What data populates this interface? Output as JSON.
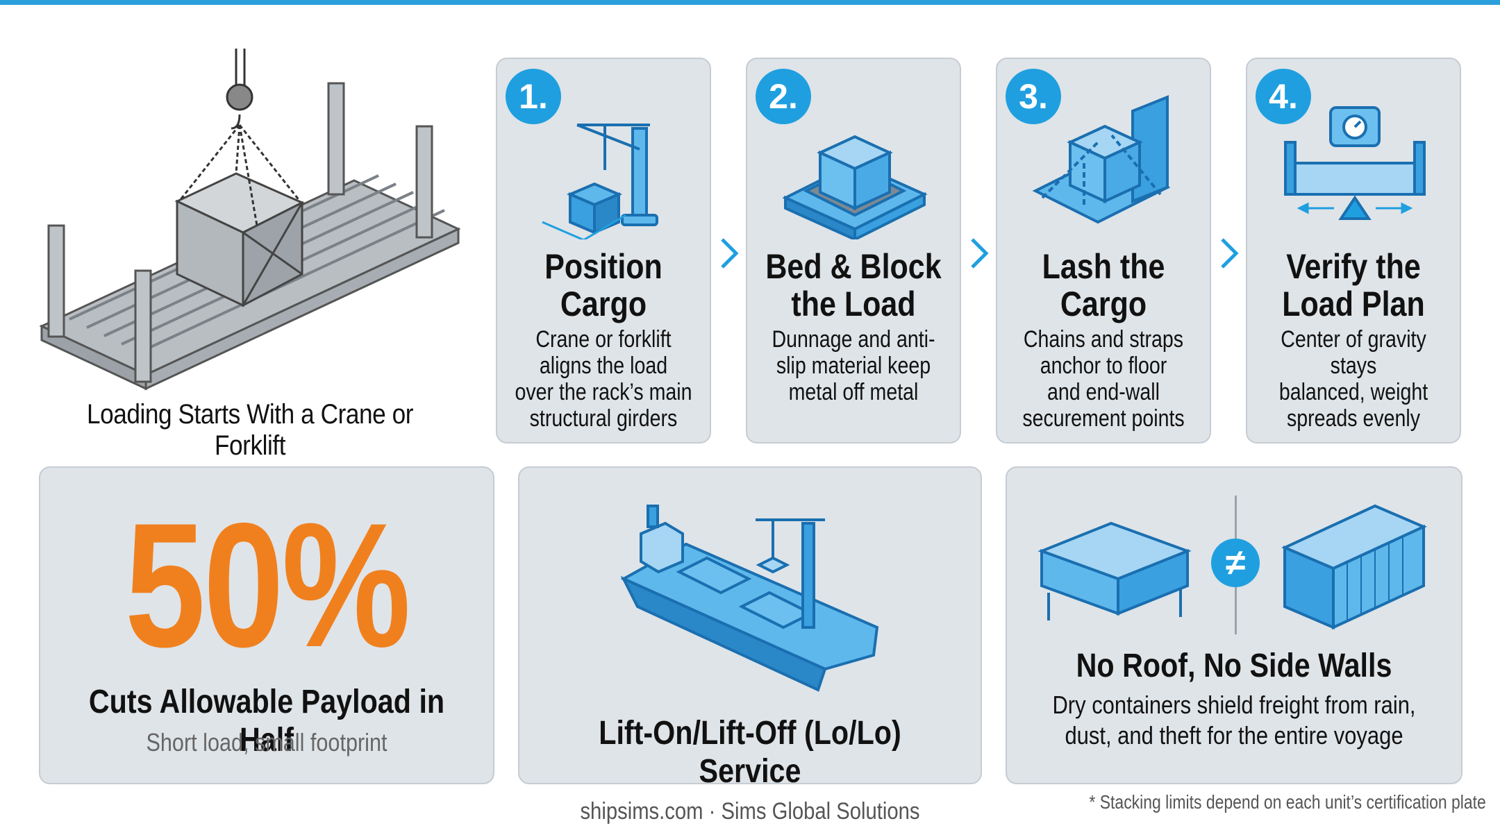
{
  "hero": {
    "caption": "Loading Starts With a Crane or Forklift"
  },
  "steps": [
    {
      "number": "1.",
      "title": "Position\nCargo",
      "description": "Crane or forklift\naligns the load\nover the rack’s main\nstructural girders"
    },
    {
      "number": "2.",
      "title": "Bed & Block\nthe Load",
      "description": "Dunnage and anti-\nslip material keep\nmetal off metal"
    },
    {
      "number": "3.",
      "title": "Lash the\nCargo",
      "description": "Chains and straps\nanchor to floor\nand end-wall\nsecurement points"
    },
    {
      "number": "4.",
      "title": "Verify the\nLoad Plan",
      "description": "Center of gravity stays\nbalanced, weight\nspreads evenly"
    }
  ],
  "stat": {
    "value": "50%",
    "title": "Cuts Allowable Payload in Half",
    "subtitle": "Short load, small footprint"
  },
  "lolo": {
    "title": "Lift-On/Lift-Off (Lo/Lo) Service"
  },
  "compare": {
    "symbol": "≠",
    "title": "No Roof, No Side Walls",
    "description": "Dry containers shield freight from rain,\ndust, and theft for the entire voyage"
  },
  "footer": {
    "text": "shipsims.com · Sims Global Solutions"
  },
  "footnote": {
    "text": "* Stacking limits depend on each unit’s certification plate"
  },
  "colors": {
    "accent": "#1f9fe0",
    "stat": "#f0801e",
    "card": "#dfe4e8"
  }
}
